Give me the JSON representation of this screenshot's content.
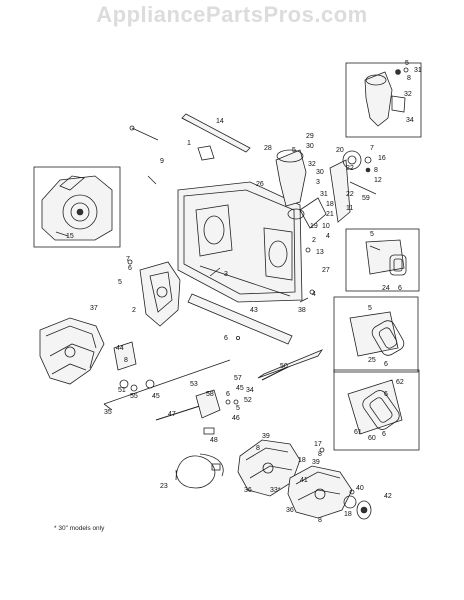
{
  "watermark": "AppliancePartsPros.com",
  "footnote": "* 30\" models only",
  "labels": {
    "l1": "1",
    "l2": "2",
    "l3": "3",
    "l4": "4",
    "l5": "5",
    "l6": "6",
    "l7": "7",
    "l8": "8",
    "l9": "9",
    "l10": "10",
    "l11": "11",
    "l12": "12",
    "l13": "13",
    "l14": "14",
    "l15": "15",
    "l16": "16",
    "l17": "17",
    "l18": "18",
    "l19": "19",
    "l20": "20",
    "l21": "21",
    "l22": "22",
    "l23": "23",
    "l24": "24",
    "l25": "25",
    "l26": "26",
    "l27": "27",
    "l28": "28",
    "l29": "29",
    "l30": "30",
    "l31": "31",
    "l32": "32",
    "l33": "33*",
    "l34": "34",
    "l35": "35",
    "l36": "36",
    "l37": "37",
    "l38": "38",
    "l39": "39",
    "l40": "40",
    "l41": "41",
    "l42": "42",
    "l43": "43",
    "l44": "44",
    "l45": "45",
    "l46": "46",
    "l47": "47",
    "l48": "48",
    "l50": "50",
    "l51": "51",
    "l52": "52",
    "l53": "53",
    "l55": "55",
    "l57": "57",
    "l58": "58",
    "l59": "59",
    "l60": "60",
    "l61": "61",
    "l62": "62"
  }
}
